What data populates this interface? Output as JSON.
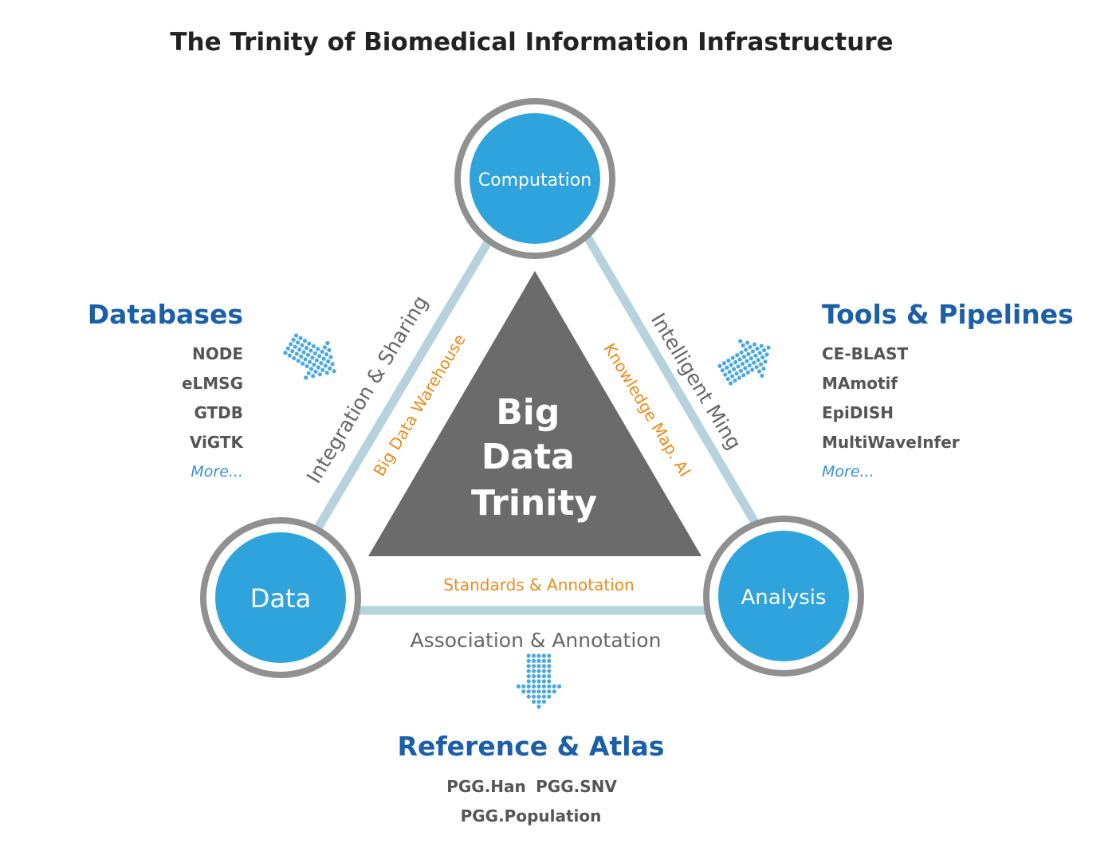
{
  "title": "The Trinity of Biomedical Information Infrastructure",
  "center": {
    "lines": [
      "Big",
      "Data",
      "Trinity"
    ]
  },
  "nodes": {
    "computation": "Computation",
    "data": "Data",
    "analysis": "Analysis"
  },
  "edges": {
    "left_outer": "Integration & Sharing",
    "left_inner": "Big Data Warehouse",
    "right_outer": "Intelligent Ming",
    "right_inner": "Knowledge Map. AI",
    "bottom_inner": "Standards & Annotation",
    "bottom_outer": "Association & Annotation"
  },
  "groups": {
    "databases": {
      "heading": "Databases",
      "items": [
        "NODE",
        "eLMSG",
        "GTDB",
        "ViGTK"
      ],
      "more": "More..."
    },
    "tools": {
      "heading": "Tools & Pipelines",
      "items": [
        "CE-BLAST",
        "MAmotif",
        "EpiDISH",
        "MultiWaveInfer"
      ],
      "more": "More..."
    },
    "reference": {
      "heading": "Reference & Atlas",
      "items": [
        "PGG.Han",
        "PGG.SNV",
        "PGG.Population"
      ]
    }
  },
  "colors": {
    "node_fill": "#2fa4dc",
    "ring": "#909090",
    "edge_bar": "#b6d3dd",
    "center_triangle": "#6b6b6b",
    "heading_blue": "#1b5fa8",
    "orange": "#ee8a1a",
    "label_gray": "#666666",
    "item_gray": "#555555",
    "title": "#222222",
    "dot_arrow": "#4aa9e4"
  }
}
